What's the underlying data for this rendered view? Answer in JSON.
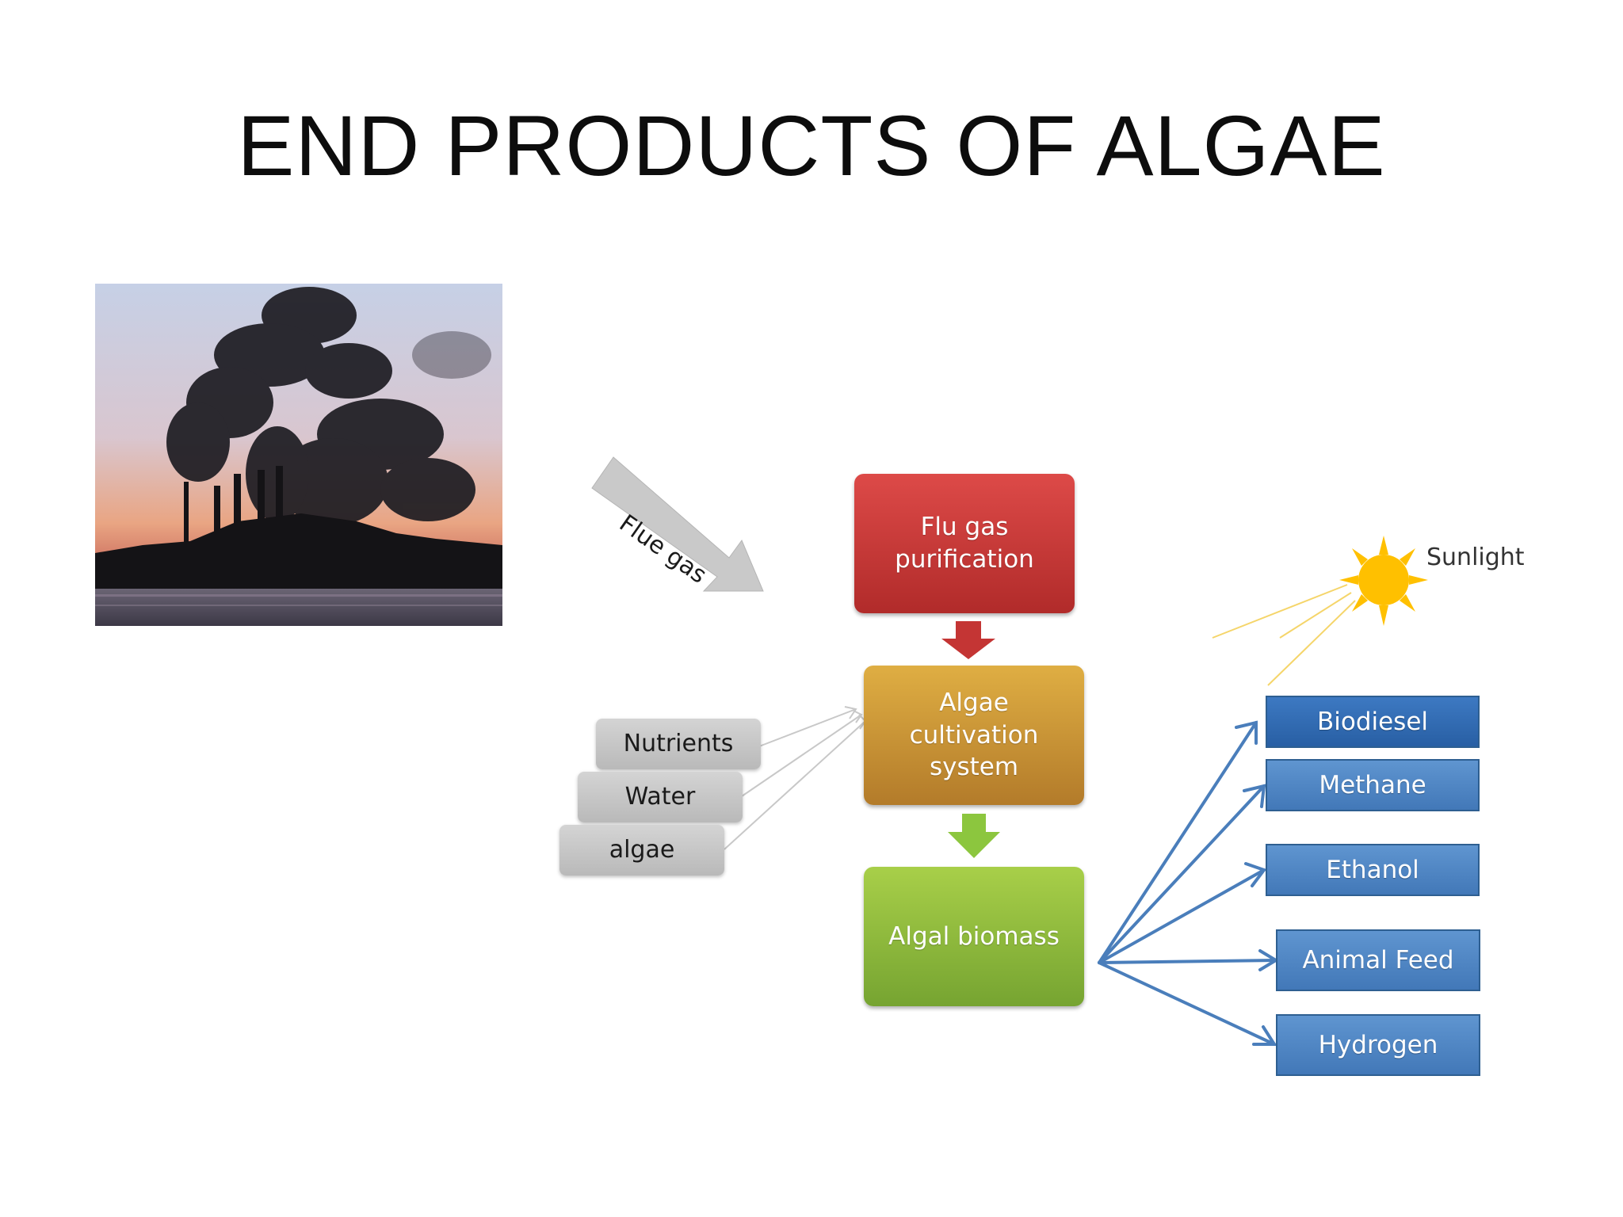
{
  "title": "END PRODUCTS OF ALGAE",
  "photo": {
    "subject": "factory smokestacks emitting smoke at sunset"
  },
  "flow": {
    "flue_gas_label": "Flue gas",
    "purification": "Flu gas\npurification",
    "cultivation": "Algae\ncultivation\nsystem",
    "biomass": "Algal biomass"
  },
  "inputs": [
    "Nutrients",
    "Water",
    "algae"
  ],
  "sunlight_label": "Sunlight",
  "products": [
    "Biodiesel",
    "Methane",
    "Ethanol",
    "Animal Feed",
    "Hydrogen"
  ],
  "colors": {
    "purification": "#c0393b",
    "cultivation": "#c99136",
    "biomass": "#8fbd3e",
    "inputs": "#c7c7c7",
    "products": "#4f86c6",
    "product_arrows": "#4a7ebb",
    "sun": "#ffc000"
  }
}
